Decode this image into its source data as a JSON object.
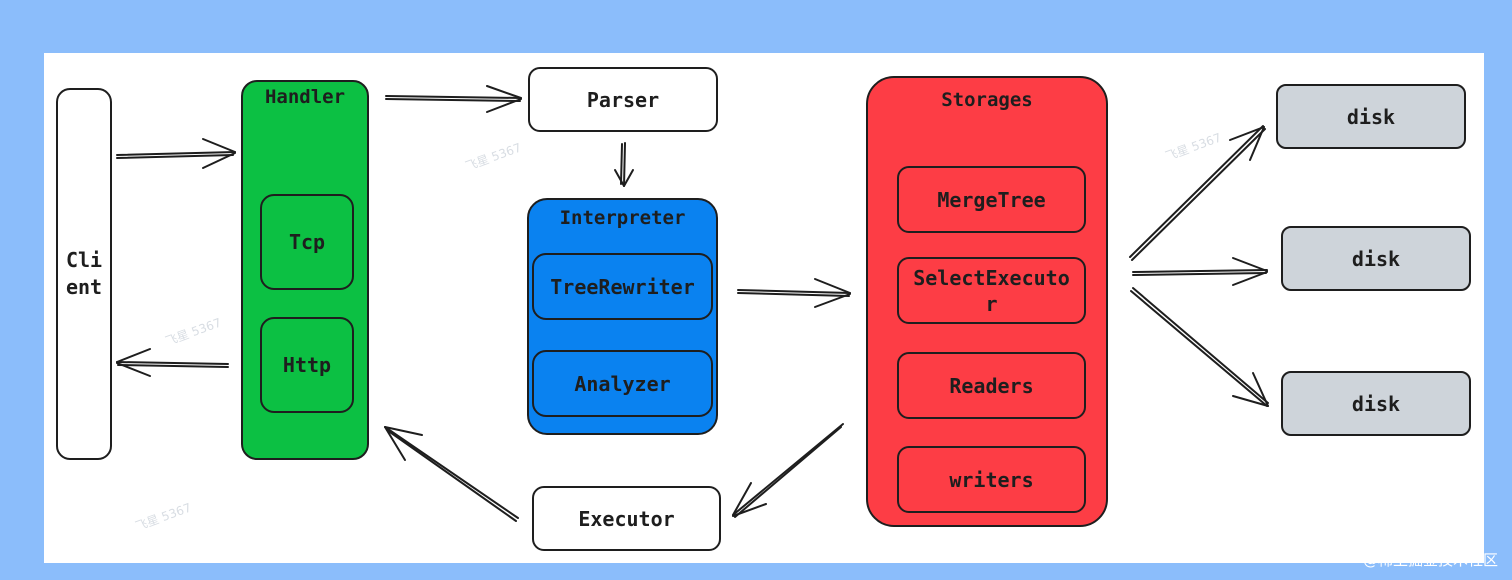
{
  "colors": {
    "page_bg": "#8bbdfb",
    "canvas_bg": "#ffffff",
    "handler_fill": "#0cc043",
    "interpreter_fill": "#0a82f0",
    "storages_fill": "#fd3d45",
    "disk_fill": "#ced4da",
    "stroke": "#1e1e1e"
  },
  "client": {
    "label": "Client"
  },
  "handler": {
    "title": "Handler",
    "items": [
      "Tcp",
      "Http"
    ]
  },
  "parser": {
    "label": "Parser"
  },
  "interpreter": {
    "title": "Interpreter",
    "items": [
      "TreeRewriter",
      "Analyzer"
    ]
  },
  "executor": {
    "label": "Executor"
  },
  "storages": {
    "title": "Storages",
    "items": [
      "MergeTree",
      "SelectExecutor",
      "Readers",
      "writers"
    ]
  },
  "disks": [
    "disk",
    "disk",
    "disk"
  ],
  "footer": "@稀土掘金技术社区",
  "watermark": "飞星 5367"
}
